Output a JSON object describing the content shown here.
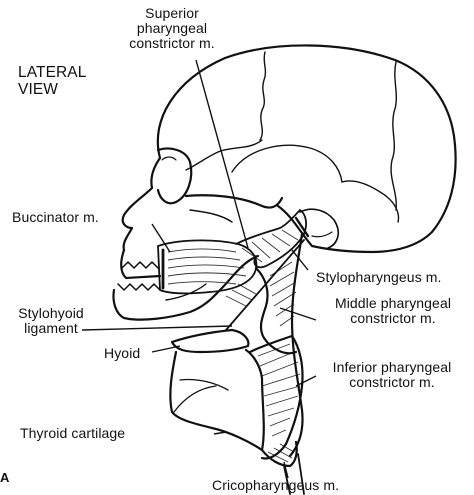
{
  "view_label": {
    "line1": "LATERAL",
    "line2": "VIEW"
  },
  "panel_letter": "A",
  "labels": {
    "superior_pharyngeal": {
      "line1": "Superior",
      "line2": "pharyngeal",
      "line3": "constrictor m."
    },
    "buccinator": "Buccinator m.",
    "stylopharyngeus": "Stylopharyngeus m.",
    "middle_pharyngeal": {
      "line1": "Middle pharyngeal",
      "line2": "constrictor m."
    },
    "stylohyoid_ligament": {
      "line1": "Stylohyoid",
      "line2": "ligament"
    },
    "hyoid": "Hyoid",
    "inferior_pharyngeal": {
      "line1": "Inferior pharyngeal",
      "line2": "constrictor m."
    },
    "thyroid_cartilage": "Thyroid cartilage",
    "cricopharyngeus": "Cricopharyngeus m."
  },
  "colors": {
    "ink": "#111111",
    "background": "#ffffff"
  }
}
